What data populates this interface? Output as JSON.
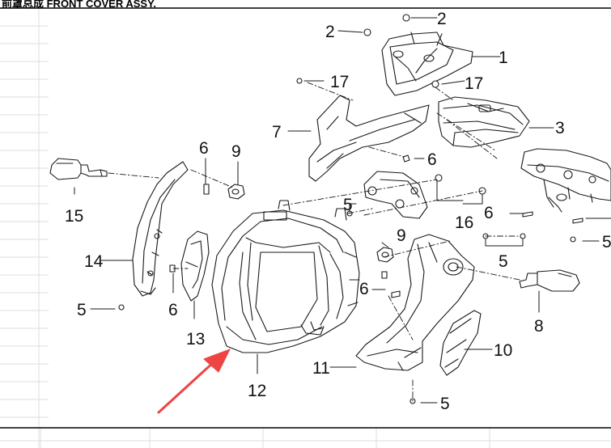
{
  "title": "前罩总成 FRONT COVER ASSY.",
  "callouts": [
    {
      "id": "c1",
      "label": "1"
    },
    {
      "id": "c2a",
      "label": "2"
    },
    {
      "id": "c2b",
      "label": "2"
    },
    {
      "id": "c3",
      "label": "3"
    },
    {
      "id": "c5a",
      "label": "5"
    },
    {
      "id": "c5b",
      "label": "5"
    },
    {
      "id": "c5c",
      "label": "5"
    },
    {
      "id": "c5d",
      "label": "5"
    },
    {
      "id": "c5e",
      "label": "5"
    },
    {
      "id": "c6a",
      "label": "6"
    },
    {
      "id": "c6b",
      "label": "6"
    },
    {
      "id": "c6c",
      "label": "6"
    },
    {
      "id": "c6d",
      "label": "6"
    },
    {
      "id": "c6e",
      "label": "6"
    },
    {
      "id": "c7",
      "label": "7"
    },
    {
      "id": "c8",
      "label": "8"
    },
    {
      "id": "c9a",
      "label": "9"
    },
    {
      "id": "c9b",
      "label": "9"
    },
    {
      "id": "c10",
      "label": "10"
    },
    {
      "id": "c11",
      "label": "11"
    },
    {
      "id": "c12",
      "label": "12"
    },
    {
      "id": "c13",
      "label": "13"
    },
    {
      "id": "c14",
      "label": "14"
    },
    {
      "id": "c15",
      "label": "15"
    },
    {
      "id": "c16",
      "label": "16"
    },
    {
      "id": "c17a",
      "label": "17"
    },
    {
      "id": "c17b",
      "label": "17"
    }
  ],
  "colors": {
    "line": "#1a1a1a",
    "arrow": "#ee4444",
    "grid": "#d8d8d8"
  }
}
